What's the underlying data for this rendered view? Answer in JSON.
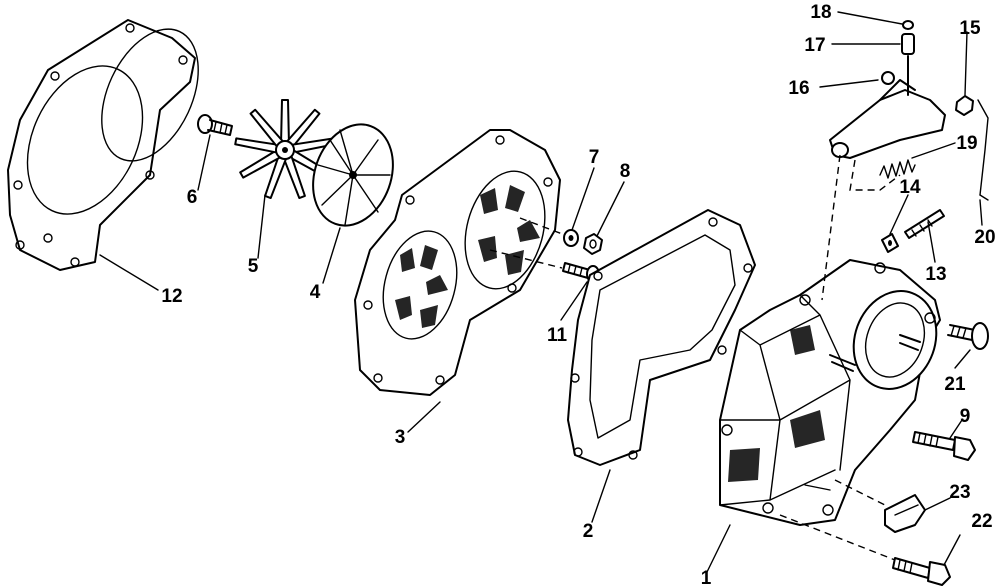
{
  "callouts": [
    {
      "id": "1",
      "text": "1"
    },
    {
      "id": "2",
      "text": "2"
    },
    {
      "id": "3",
      "text": "3"
    },
    {
      "id": "4",
      "text": "4"
    },
    {
      "id": "5",
      "text": "5"
    },
    {
      "id": "6",
      "text": "6"
    },
    {
      "id": "7",
      "text": "7"
    },
    {
      "id": "8",
      "text": "8"
    },
    {
      "id": "9",
      "text": "9"
    },
    {
      "id": "11",
      "text": "11"
    },
    {
      "id": "12",
      "text": "12"
    },
    {
      "id": "13",
      "text": "13"
    },
    {
      "id": "14",
      "text": "14"
    },
    {
      "id": "15",
      "text": "15"
    },
    {
      "id": "16",
      "text": "16"
    },
    {
      "id": "17",
      "text": "17"
    },
    {
      "id": "18",
      "text": "18"
    },
    {
      "id": "19",
      "text": "19"
    },
    {
      "id": "20",
      "text": "20"
    },
    {
      "id": "21",
      "text": "21"
    },
    {
      "id": "22",
      "text": "22"
    },
    {
      "id": "23",
      "text": "23"
    }
  ]
}
